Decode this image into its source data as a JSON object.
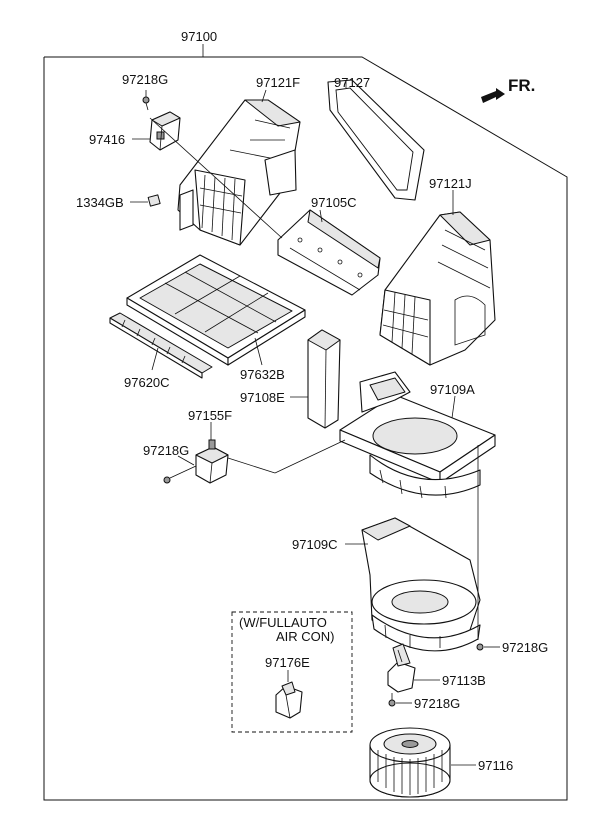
{
  "assembly_number": "97100",
  "direction_label": "FR.",
  "option_box": {
    "line1": "(W/FULLAUTO",
    "line2": "AIR CON)",
    "part": "97176E"
  },
  "parts": {
    "p97218G_a": "97218G",
    "p97416": "97416",
    "p1334GB": "1334GB",
    "p97121F": "97121F",
    "p97127": "97127",
    "p97105C": "97105C",
    "p97121J": "97121J",
    "p97620C": "97620C",
    "p97632B": "97632B",
    "p97108E": "97108E",
    "p97109A": "97109A",
    "p97155F": "97155F",
    "p97218G_b": "97218G",
    "p97109C": "97109C",
    "p97218G_c": "97218G",
    "p97113B": "97113B",
    "p97218G_d": "97218G",
    "p97116": "97116"
  }
}
